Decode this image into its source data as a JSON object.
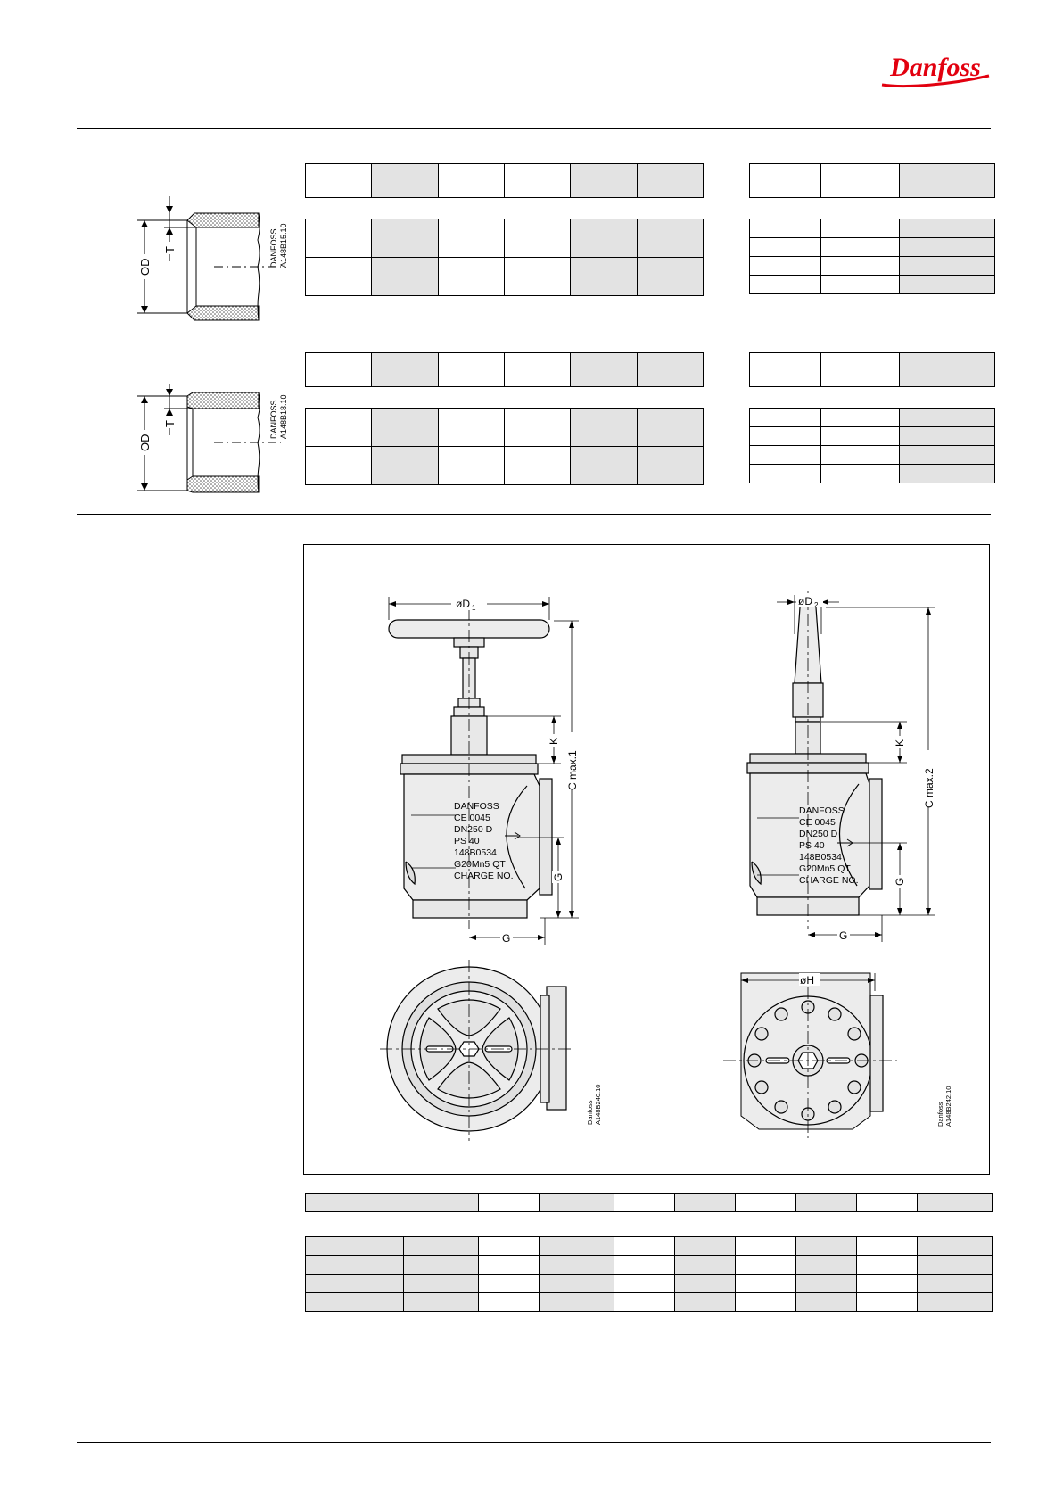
{
  "brand": {
    "logo_text": "Danfoss"
  },
  "pipe_diagrams": [
    {
      "od_label": "OD",
      "t_label": "T",
      "code": [
        "DANFOSS",
        "A148B15.10"
      ]
    },
    {
      "od_label": "OD",
      "t_label": "T",
      "code": [
        "DANFOSS",
        "A148B18.10"
      ]
    }
  ],
  "drawing": {
    "dims": {
      "d1": "øD",
      "d1_sub": "1",
      "d2": "øD",
      "d2_sub": "2",
      "cmax1": "C max.1",
      "cmax2": "C max.2",
      "k": "K",
      "g": "G",
      "h": "øH"
    },
    "nameplate": [
      "DANFOSS",
      "CE 0045",
      "DN250    D",
      "PS 40",
      "148B0534",
      "G20Mn5 QT",
      "CHARGE NO."
    ],
    "codes": [
      [
        "Danfoss",
        "A148B240.10"
      ],
      [
        "Danfoss",
        "A148B242.10"
      ]
    ]
  }
}
